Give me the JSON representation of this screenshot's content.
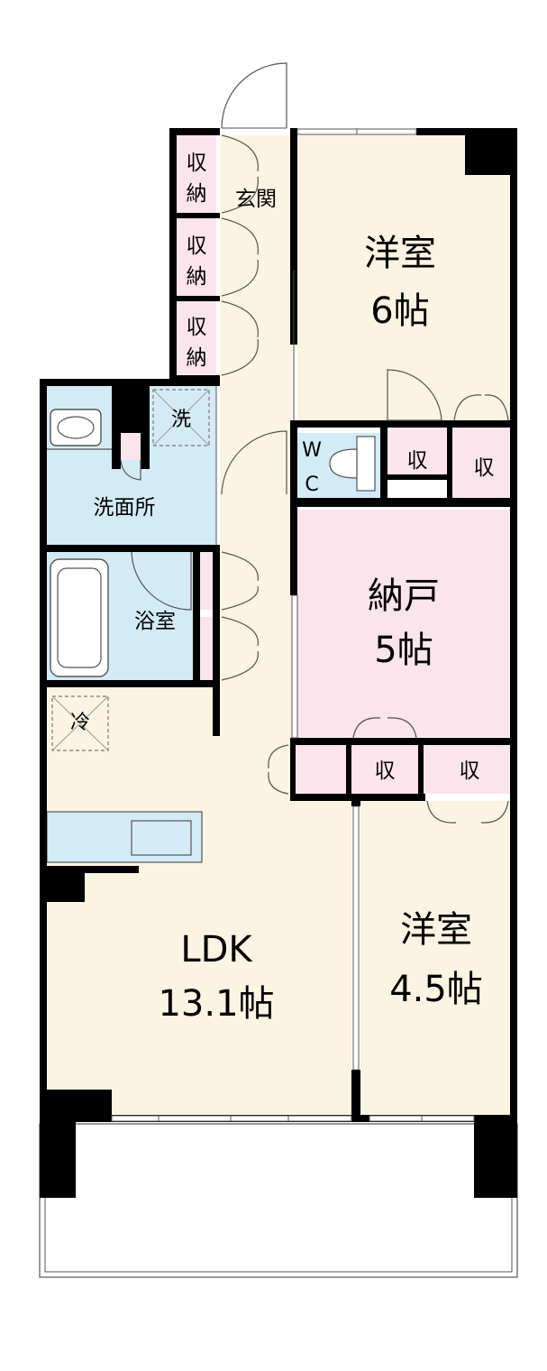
{
  "colors": {
    "floor": "#fbf4e2",
    "wet": "#d3ebf6",
    "storage": "#fbe4ec",
    "wall": "#000000",
    "line": "#555555"
  },
  "rooms": {
    "western_6": {
      "name": "洋室",
      "size": "6帖"
    },
    "storeroom": {
      "name": "納戸",
      "size": "5帖"
    },
    "western_45": {
      "name": "洋室",
      "size": "4.5帖"
    },
    "ldk": {
      "name": "LDK",
      "size": "13.1帖"
    },
    "entrance": "玄関",
    "washroom": "洗面所",
    "bathroom": "浴室",
    "wc_w": "W",
    "wc_c": "C"
  },
  "storage": {
    "closet_1": [
      "収",
      "納"
    ],
    "closet_2": [
      "収",
      "納"
    ],
    "closet_3": [
      "収",
      "納"
    ],
    "shu": "収"
  },
  "fixtures": {
    "washer": "洗",
    "fridge": "冷"
  }
}
